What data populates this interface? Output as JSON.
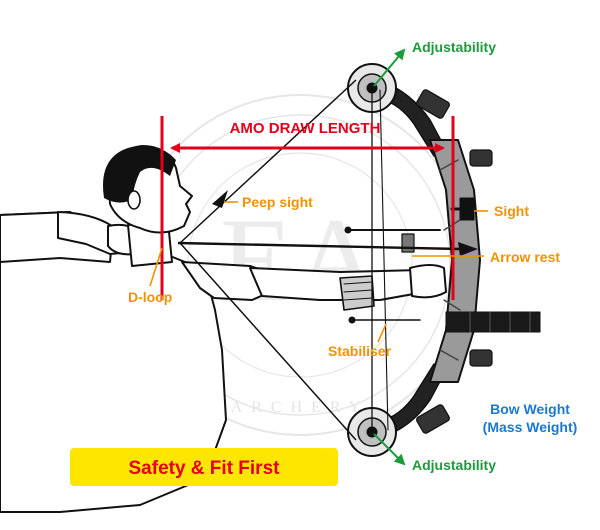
{
  "labels": {
    "amo_draw_length": "AMO DRAW LENGTH",
    "peep_sight": "Peep sight",
    "sight": "Sight",
    "arrow_rest": "Arrow rest",
    "d_loop": "D-loop",
    "stabiliser": "Stabiliser",
    "adjustability_top": "Adjustability",
    "adjustability_bottom": "Adjustability",
    "bow_weight_line1": "Bow Weight",
    "bow_weight_line2": "(Mass Weight)"
  },
  "banner": {
    "text": "Safety & Fit First"
  },
  "colors": {
    "red": "#e3001b",
    "orange": "#f39200",
    "green": "#1d9a3c",
    "blue": "#1b78d0",
    "banner_bg": "#ffe600",
    "banner_text": "#e3001b",
    "ink": "#111111",
    "watermark": "#e4e4e4"
  },
  "watermark": {
    "monogram": "EA",
    "ring_text": "ARCHERY"
  }
}
